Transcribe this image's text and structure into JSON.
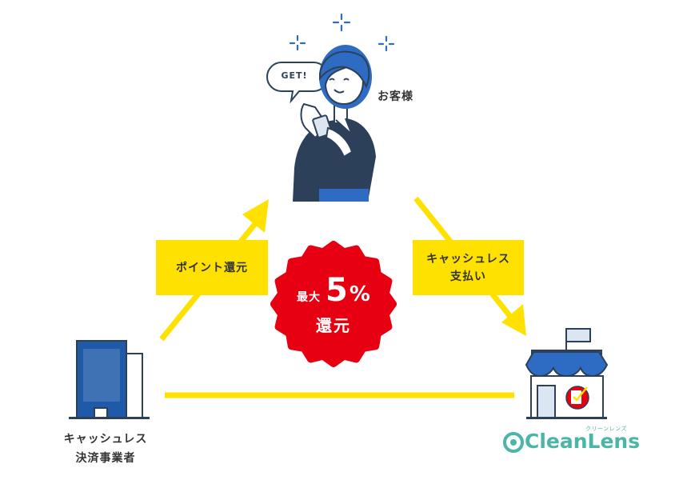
{
  "customer": {
    "label": "お客様",
    "speech": "GET!"
  },
  "company": {
    "line1": "キャッシュレス",
    "line2": "決済事業者"
  },
  "flows": {
    "points": "ポイント還元",
    "payment_line1": "キャッシュレス",
    "payment_line2": "支払い"
  },
  "badge": {
    "prefix": "最大",
    "value": "5",
    "unit": "%",
    "suffix": "還元"
  },
  "logo": {
    "text": "CleanLens",
    "ruby": "クリーンレンズ"
  },
  "colors": {
    "yellow": "#FFE100",
    "red": "#E60012",
    "navy": "#2D4059",
    "blue": "#1E5AA8",
    "teal": "#4BB6A8"
  },
  "icons": [
    "sparkle-icon",
    "speech-bubble-icon",
    "office-building-icon",
    "storefront-icon",
    "checkmark-card-icon",
    "lens-logo-icon"
  ]
}
